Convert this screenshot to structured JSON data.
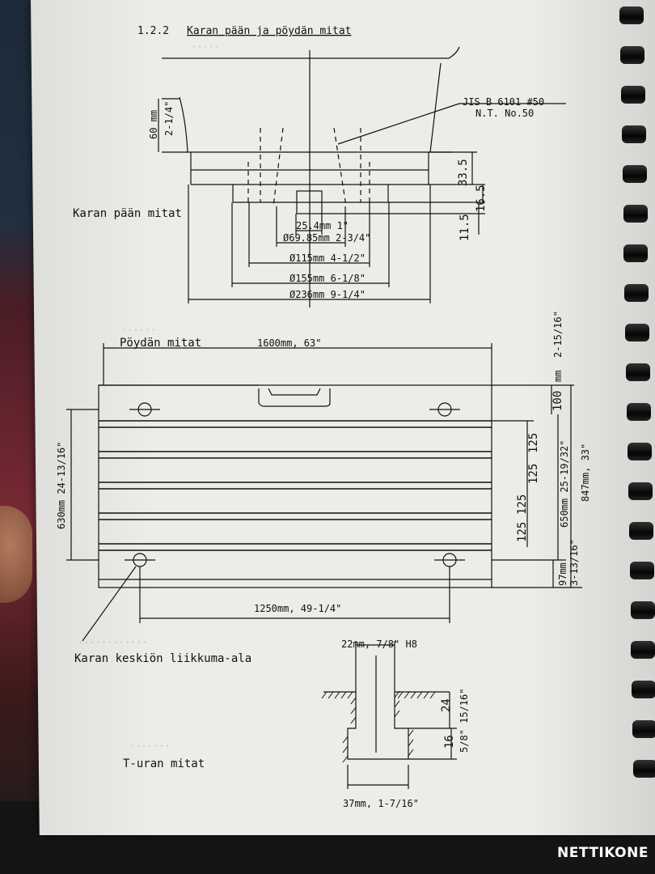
{
  "section": {
    "number": "1.2.2",
    "title": "Karan pään ja pöydän mitat"
  },
  "spindle": {
    "label": "Karan pään mitat",
    "taper_std": "JIS B 6101 #50",
    "taper_nt": "N.T. No.50",
    "dim_60": "60 mm",
    "dim_60_in": "2-1/4\"",
    "dim_33_5": "33.5",
    "dim_16_5": "16.5",
    "dim_11_5": "11.5",
    "d1": "25.4mm 1\"",
    "d2": "Ø69.85mm 2-3/4\"",
    "d3": "Ø115mm 4-1/2\"",
    "d4": "Ø155mm 6-1/8\"",
    "d5": "Ø236mm 9-1/4\""
  },
  "table": {
    "label": "Pöydän mitat",
    "width": "1600mm, 63\"",
    "depth_left": "630mm 24-13/16\"",
    "slot_pitch": "125",
    "d_100": "100",
    "d_mm": "mm",
    "d_2_15_16": "2-15/16\"",
    "d_650": "650mm 25-19/32\"",
    "d_847": "847mm, 33\"",
    "d_97": "97mm",
    "d_3_13_16": "3-13/16\"",
    "hole_span": "1250mm, 49-1/4\"",
    "area_label": "Karan keskiön liikkuma-ala"
  },
  "tslot": {
    "label": "T-uran mitat",
    "top_width": "22mm, 7/8\" H8",
    "d_24": "24",
    "d_16": "16",
    "d_in": "5/8\" 15/16\"",
    "bottom_width": "37mm, 1-7/16\""
  },
  "watermark": "NETTIKONE"
}
